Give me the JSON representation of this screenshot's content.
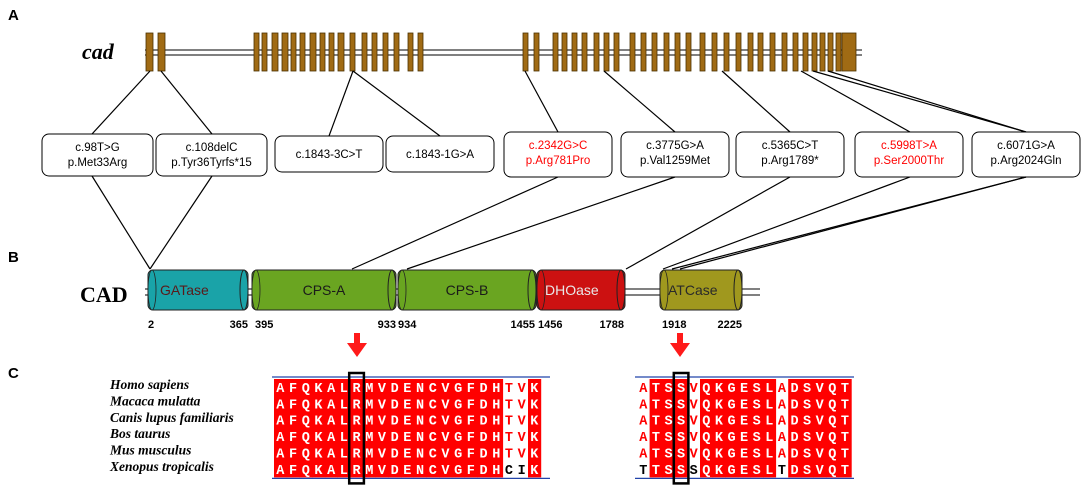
{
  "panels": {
    "a": "A",
    "b": "B",
    "c": "C"
  },
  "gene": {
    "name": "cad"
  },
  "protein": {
    "name": "CAD"
  },
  "variants": [
    {
      "cdna": "c.98T>G",
      "protein": "p.Met33Arg",
      "color": "#000000"
    },
    {
      "cdna": "c.108delC",
      "protein": "p.Tyr36Tyrfs*15",
      "color": "#000000"
    },
    {
      "cdna": "c.1843-3C>T",
      "protein": "",
      "color": "#000000"
    },
    {
      "cdna": "c.1843-1G>A",
      "protein": "",
      "color": "#000000"
    },
    {
      "cdna": "c.2342G>C",
      "protein": "p.Arg781Pro",
      "color": "#ff0000"
    },
    {
      "cdna": "c.3775G>A",
      "protein": "p.Val1259Met",
      "color": "#000000"
    },
    {
      "cdna": "c.5365C>T",
      "protein": "p.Arg1789*",
      "color": "#000000"
    },
    {
      "cdna": "c.5998T>A",
      "protein": "p.Ser2000Thr",
      "color": "#ff0000"
    },
    {
      "cdna": "c.6071G>A",
      "protein": "p.Arg2024Gln",
      "color": "#000000"
    }
  ],
  "domains": [
    {
      "name": "GATase",
      "start": "2",
      "end": "365",
      "color": "#1aa3a8"
    },
    {
      "name": "CPS-A",
      "start": "395",
      "end": "933",
      "color": "#6aa521"
    },
    {
      "name": "CPS-B",
      "start": "934",
      "end": "1455",
      "color": "#6aa521"
    },
    {
      "name": "DHOase",
      "start": "1456",
      "end": "1788",
      "color": "#cc1111"
    },
    {
      "name": "ATCase",
      "start": "1918",
      "end": "2225",
      "color": "#a0981e"
    }
  ],
  "alignment": {
    "species": [
      "Homo sapiens",
      "Macaca mulatta",
      "Canis lupus familiaris",
      "Bos taurus",
      "Mus musculus",
      "Xenopus tropicalis"
    ],
    "block1": [
      "AFQKALRMVDENCVGFDHTVK",
      "AFQKALRMVDENCVGFDHTVK",
      "AFQKALRMVDENCVGFDHTVK",
      "AFQKALRMVDENCVGFDHTVK",
      "AFQKALRMVDENCVGFDHTVK",
      "AFQKALRMVDENCVGFDHCIK"
    ],
    "block2": [
      "ATSSVQKGESLADSVQT",
      "ATSSVQKGESLADSVQT",
      "ATSSVQKGESLADSVQT",
      "ATSSVQKGESLADSVQT",
      "ATSSVQKGESLADSVQT",
      "TTSSSQKGESLTDSVQT"
    ],
    "highlight_color": "#ff0000"
  }
}
